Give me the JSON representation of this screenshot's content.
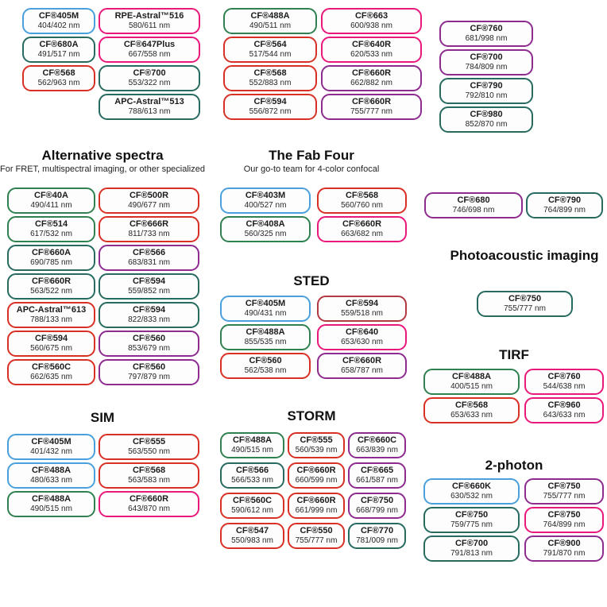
{
  "palette": {
    "blue": "#4aa0dc",
    "green": "#2f8150",
    "teal": "#266a60",
    "red": "#d93025",
    "crimson": "#b13a43",
    "pink": "#e9197c",
    "purple": "#8d2b8f"
  },
  "sections": {
    "alternative": {
      "title": "Alternative spectra",
      "subtitle": "For FRET, multispectral imaging, or other specialized"
    },
    "fab_four": {
      "title": "The Fab Four",
      "subtitle": "Our go-to team for 4-color confocal"
    },
    "sted": {
      "title": "STED"
    },
    "photoacoustic": {
      "title": "Photoacoustic imaging"
    },
    "tirf": {
      "title": "TIRF"
    },
    "sim": {
      "title": "SIM"
    },
    "storm": {
      "title": "STORM"
    },
    "two_photon": {
      "title": "2-photon"
    }
  },
  "groups": {
    "top_left_col1": [
      {
        "name": "CF®405M",
        "ex_em": "404/402 nm",
        "color": "blue"
      },
      {
        "name": "CF®680A",
        "ex_em": "491/517 nm",
        "color": "teal"
      },
      {
        "name": "CF®568",
        "ex_em": "562/963 nm",
        "color": "red"
      }
    ],
    "top_left_col2": [
      {
        "name": "RPE-Astral™516",
        "ex_em": "580/611 nm",
        "color": "pink"
      },
      {
        "name": "CF®647Plus",
        "ex_em": "667/558 nm",
        "color": "pink"
      },
      {
        "name": "CF®700",
        "ex_em": "553/322 nm",
        "color": "teal"
      },
      {
        "name": "APC-Astral™513",
        "ex_em": "788/613 nm",
        "color": "teal"
      }
    ],
    "top_mid_col1": [
      {
        "name": "CF®488A",
        "ex_em": "490/511 nm",
        "color": "green"
      },
      {
        "name": "CF®564",
        "ex_em": "517/544 nm",
        "color": "red"
      },
      {
        "name": "CF®568",
        "ex_em": "552/883 nm",
        "color": "red"
      },
      {
        "name": "CF®594",
        "ex_em": "556/872 nm",
        "color": "red"
      }
    ],
    "top_mid_col2": [
      {
        "name": "CF®663",
        "ex_em": "600/938 nm",
        "color": "pink"
      },
      {
        "name": "CF®640R",
        "ex_em": "620/533 nm",
        "color": "pink"
      },
      {
        "name": "CF®660R",
        "ex_em": "662/882 nm",
        "color": "purple"
      },
      {
        "name": "CF®660R",
        "ex_em": "755/777 nm",
        "color": "purple"
      }
    ],
    "top_right": [
      {
        "name": "CF®760",
        "ex_em": "681/998 nm",
        "color": "purple"
      },
      {
        "name": "CF®700",
        "ex_em": "784/809 nm",
        "color": "purple"
      },
      {
        "name": "CF®790",
        "ex_em": "792/810 nm",
        "color": "teal"
      },
      {
        "name": "CF®980",
        "ex_em": "852/870 nm",
        "color": "teal"
      }
    ],
    "alternative_col1": [
      {
        "name": "CF®40A",
        "ex_em": "490/411 nm",
        "color": "green"
      },
      {
        "name": "CF®514",
        "ex_em": "617/532 nm",
        "color": "green"
      },
      {
        "name": "CF®660A",
        "ex_em": "690/785 nm",
        "color": "teal"
      },
      {
        "name": "CF®660R",
        "ex_em": "563/522 nm",
        "color": "teal"
      },
      {
        "name": "APC-Astral™613",
        "ex_em": "788/133 nm",
        "color": "red"
      },
      {
        "name": "CF®594",
        "ex_em": "560/675 nm",
        "color": "red"
      },
      {
        "name": "CF®560C",
        "ex_em": "662/635 nm",
        "color": "red"
      }
    ],
    "alternative_col2": [
      {
        "name": "CF®500R",
        "ex_em": "490/677 nm",
        "color": "red"
      },
      {
        "name": "CF®666R",
        "ex_em": "811/733 nm",
        "color": "red"
      },
      {
        "name": "CF®566",
        "ex_em": "683/831 nm",
        "color": "purple"
      },
      {
        "name": "CF®594",
        "ex_em": "559/852 nm",
        "color": "teal"
      },
      {
        "name": "CF®594",
        "ex_em": "822/833 nm",
        "color": "teal"
      },
      {
        "name": "CF®560",
        "ex_em": "853/679 nm",
        "color": "purple"
      },
      {
        "name": "CF®560",
        "ex_em": "797/879 nm",
        "color": "purple"
      }
    ],
    "fab_four_col1": [
      {
        "name": "CF®403M",
        "ex_em": "400/527 nm",
        "color": "blue"
      },
      {
        "name": "CF®408A",
        "ex_em": "560/325 nm",
        "color": "green"
      }
    ],
    "fab_four_col2": [
      {
        "name": "CF®568",
        "ex_em": "560/760 nm",
        "color": "red"
      },
      {
        "name": "CF®660R",
        "ex_em": "663/682 nm",
        "color": "pink"
      }
    ],
    "mid_right": [
      {
        "name": "CF®680",
        "ex_em": "746/698 nm",
        "color": "purple"
      },
      {
        "name": "CF®790",
        "ex_em": "764/899 nm",
        "color": "teal"
      }
    ],
    "sted_col1": [
      {
        "name": "CF®405M",
        "ex_em": "490/431 nm",
        "color": "blue"
      },
      {
        "name": "CF®488A",
        "ex_em": "855/535 nm",
        "color": "green"
      },
      {
        "name": "CF®560",
        "ex_em": "562/538 nm",
        "color": "red"
      }
    ],
    "sted_col2": [
      {
        "name": "CF®594",
        "ex_em": "559/518 nm",
        "color": "crimson"
      },
      {
        "name": "CF®640",
        "ex_em": "653/630 nm",
        "color": "pink"
      },
      {
        "name": "CF®660R",
        "ex_em": "658/787 nm",
        "color": "purple"
      }
    ],
    "photoacoustic": [
      {
        "name": "CF®750",
        "ex_em": "755/777 nm",
        "color": "teal"
      }
    ],
    "tirf_col1": [
      {
        "name": "CF®488A",
        "ex_em": "400/515 nm",
        "color": "green"
      },
      {
        "name": "CF®568",
        "ex_em": "653/633 nm",
        "color": "red"
      }
    ],
    "tirf_col2": [
      {
        "name": "CF®760",
        "ex_em": "544/638 nm",
        "color": "pink"
      },
      {
        "name": "CF®960",
        "ex_em": "643/633 nm",
        "color": "pink"
      }
    ],
    "sim_col1": [
      {
        "name": "CF®405M",
        "ex_em": "401/432 nm",
        "color": "blue"
      },
      {
        "name": "CF®488A",
        "ex_em": "480/633 nm",
        "color": "blue"
      },
      {
        "name": "CF®488A",
        "ex_em": "490/515 nm",
        "color": "green"
      }
    ],
    "sim_col2": [
      {
        "name": "CF®555",
        "ex_em": "563/550 nm",
        "color": "red"
      },
      {
        "name": "CF®568",
        "ex_em": "563/583 nm",
        "color": "red"
      },
      {
        "name": "CF®660R",
        "ex_em": "643/870 nm",
        "color": "pink"
      }
    ],
    "storm_col1": [
      {
        "name": "CF®488A",
        "ex_em": "490/515 nm",
        "color": "green"
      },
      {
        "name": "CF®566",
        "ex_em": "566/533 nm",
        "color": "teal"
      },
      {
        "name": "CF®560C",
        "ex_em": "590/612 nm",
        "color": "red"
      },
      {
        "name": "CF®547",
        "ex_em": "550/983 nm",
        "color": "red"
      }
    ],
    "storm_col2": [
      {
        "name": "CF®555",
        "ex_em": "560/539 nm",
        "color": "red"
      },
      {
        "name": "CF®660R",
        "ex_em": "660/599 nm",
        "color": "red"
      },
      {
        "name": "CF®660R",
        "ex_em": "661/999 nm",
        "color": "red"
      },
      {
        "name": "CF®550",
        "ex_em": "755/777 nm",
        "color": "red"
      }
    ],
    "storm_col3": [
      {
        "name": "CF®660C",
        "ex_em": "663/839 nm",
        "color": "purple"
      },
      {
        "name": "CF®665",
        "ex_em": "661/587 nm",
        "color": "purple"
      },
      {
        "name": "CF®750",
        "ex_em": "668/799 nm",
        "color": "purple"
      },
      {
        "name": "CF®770",
        "ex_em": "781/009 nm",
        "color": "teal"
      }
    ],
    "two_photon_col1": [
      {
        "name": "CF®660K",
        "ex_em": "630/532 nm",
        "color": "blue"
      },
      {
        "name": "CF®750",
        "ex_em": "759/775 nm",
        "color": "teal"
      },
      {
        "name": "CF®700",
        "ex_em": "791/813 nm",
        "color": "teal"
      }
    ],
    "two_photon_col2": [
      {
        "name": "CF®750",
        "ex_em": "755/777 nm",
        "color": "purple"
      },
      {
        "name": "CF®750",
        "ex_em": "764/899 nm",
        "color": "pink"
      },
      {
        "name": "CF®900",
        "ex_em": "791/870 nm",
        "color": "purple"
      }
    ]
  }
}
